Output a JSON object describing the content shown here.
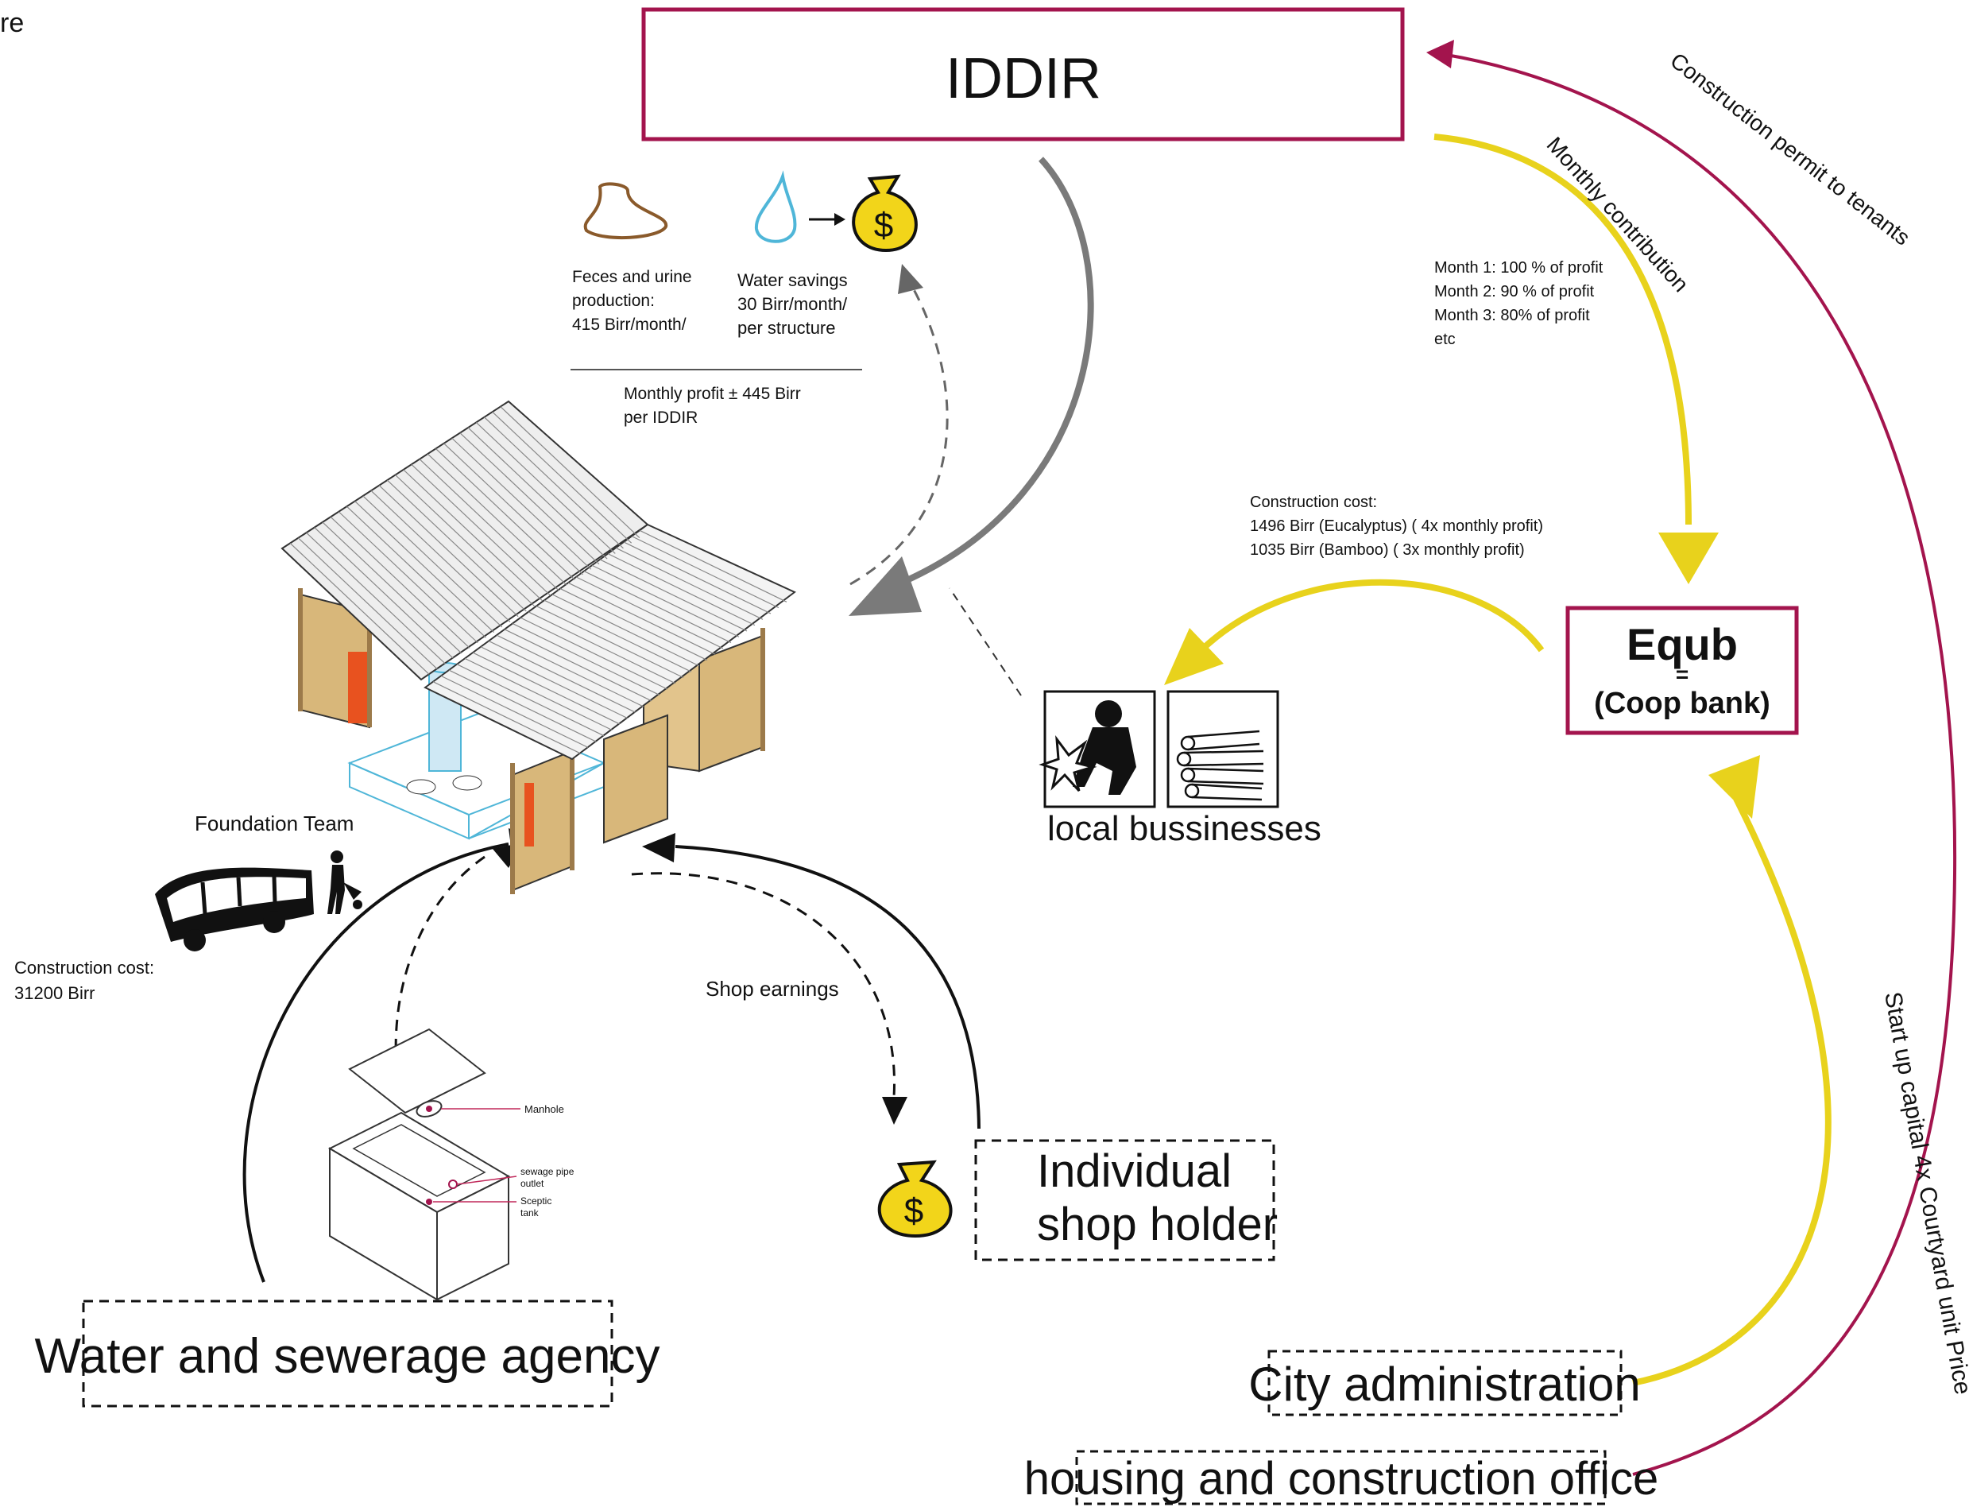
{
  "corner_fragment": "re",
  "nodes": {
    "iddir": "IDDIR",
    "equb_title": "Equb",
    "equb_eq": "=",
    "equb_sub": "(Coop bank)",
    "local_businesses": "local bussinesses",
    "individual_shop_holder": [
      "Individual",
      "shop holder"
    ],
    "water_agency": "Water and sewerage agency",
    "city_admin": "City administration",
    "housing_office": "housing and construction office",
    "foundation_team": "Foundation Team"
  },
  "annotations": {
    "feces": [
      "Feces and urine",
      "production:",
      "415 Birr/month/"
    ],
    "water_savings": [
      "Water savings",
      "30 Birr/month/",
      "per structure"
    ],
    "monthly_profit": [
      "Monthly profit ± 445 Birr",
      "per IDDIR"
    ],
    "monthly_schedule": [
      "Month 1: 100 % of profit",
      "Month 2: 90 % of profit",
      "Month 3: 80% of profit",
      "etc"
    ],
    "construction_cost_local": [
      "Construction cost:",
      "1496 Birr (Eucalyptus) ( 4x monthly profit)",
      "1035 Birr (Bamboo) ( 3x monthly profit)"
    ],
    "construction_cost_foundation": [
      "Construction cost:",
      "31200 Birr"
    ],
    "shop_earnings": "Shop earnings",
    "manhole": "Manhole",
    "sewage_outlet": [
      "sewage pipe",
      "outlet"
    ],
    "septic_tank": [
      "Sceptic",
      "tank"
    ]
  },
  "arrow_labels": {
    "monthly_contribution": "Monthly contribution",
    "construction_permit": "Construction permit to tenants",
    "startup_capital": "Start up capital 4x Courtyard unit Price"
  },
  "icons": {
    "dollar": "$"
  },
  "colors": {
    "maroon": "#a3144d",
    "yellow": "#e8d21c",
    "gray_arrow": "#7a7a7a",
    "wood": "#d8b77a",
    "orange_door": "#e8521f",
    "water_blue": "#4fb6d8",
    "pink_label": "#c0285a",
    "feces_brown": "#8a5a2b"
  }
}
